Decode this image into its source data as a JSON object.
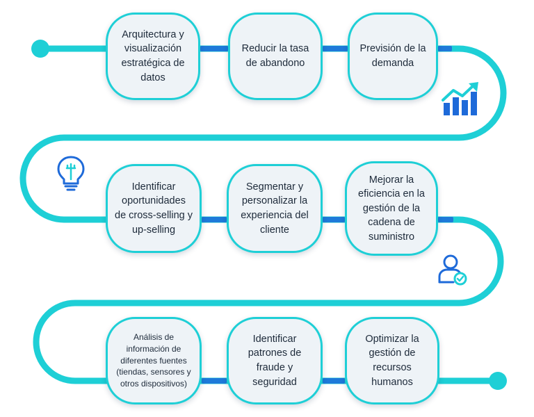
{
  "diagram": {
    "colors": {
      "track": "#1ecfd6",
      "connector": "#1e7ad9",
      "node_fill": "#eef3f7",
      "node_border": "#1ecfd6",
      "text": "#1d2a3a",
      "icon_blue": "#1e6ad9",
      "icon_cyan": "#1ecfd6"
    },
    "rows": [
      {
        "steps": [
          {
            "label": "Arquitectura y visualización estratégica de datos"
          },
          {
            "label": "Reducir la tasa de abandono"
          },
          {
            "label": "Previsión de la demanda"
          }
        ]
      },
      {
        "steps": [
          {
            "label": "Identificar oportunidades de cross-selling y up-selling"
          },
          {
            "label": "Segmentar y personalizar la experiencia del cliente"
          },
          {
            "label": "Mejorar la eficiencia en la gestión de la cadena de suministro"
          }
        ]
      },
      {
        "steps": [
          {
            "label": "Análisis de información de diferentes fuentes (tiendas, sensores y otros dispositivos)"
          },
          {
            "label": "Identificar patrones de fraude y seguridad"
          },
          {
            "label": "Optimizar la gestión de recursos humanos"
          }
        ]
      }
    ],
    "icons": [
      "growth-chart-icon",
      "lightbulb-icon",
      "user-check-icon"
    ]
  }
}
